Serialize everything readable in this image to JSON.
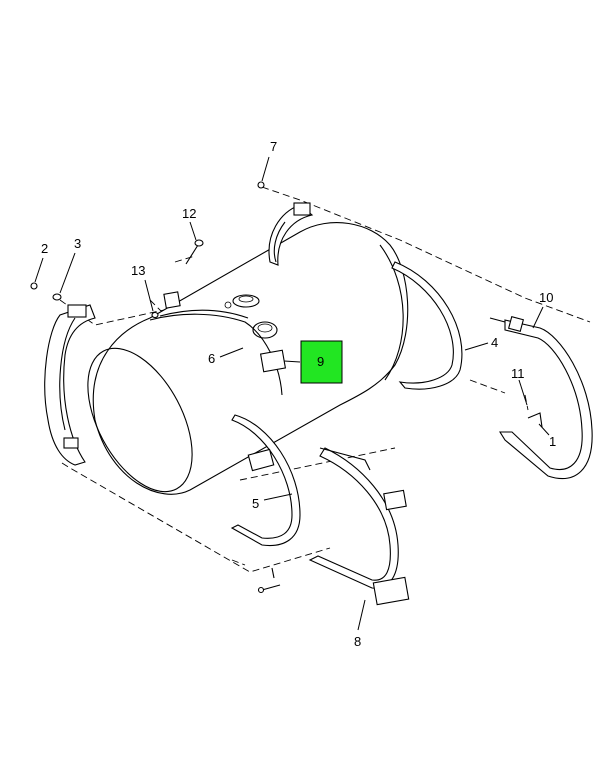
{
  "callouts": {
    "c1": "1",
    "c2": "2",
    "c3": "3",
    "c4": "4",
    "c5": "5",
    "c6": "6",
    "c7": "7",
    "c8": "8",
    "c9": "9",
    "c10": "10",
    "c11": "11",
    "c12": "12",
    "c13": "13"
  },
  "highlight": {
    "callout": "9",
    "color": "#22e622"
  },
  "colors": {
    "line": "#000000",
    "background": "#ffffff"
  }
}
